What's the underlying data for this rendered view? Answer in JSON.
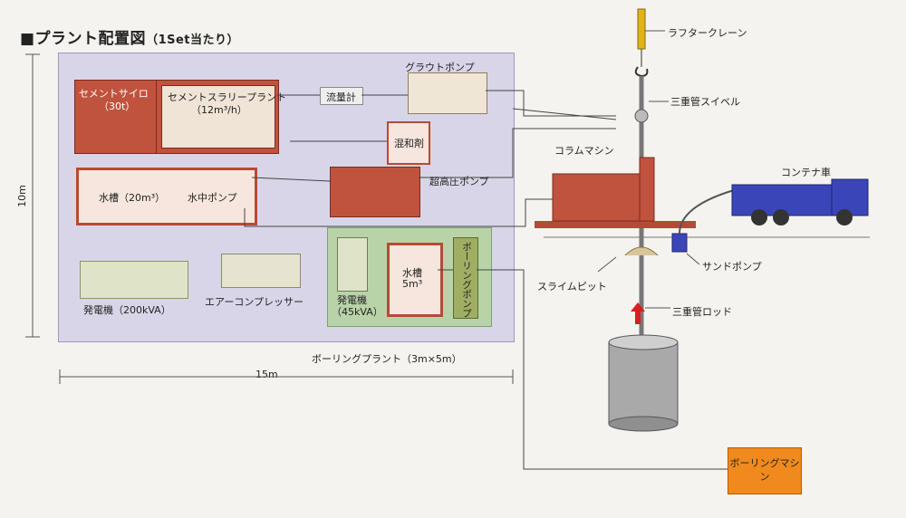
{
  "title": {
    "main": "■プラント配置図",
    "sub": "（1Set当たり）"
  },
  "dimensions": {
    "height": "10m",
    "width": "15m"
  },
  "equipment": {
    "cement_silo": "セメントサイロ",
    "cement_silo_cap": "（30t）",
    "cement_slurry_plant": "セメントスラリープラント",
    "cement_slurry_cap": "（12m³/h）",
    "flow_meter": "流量計",
    "grout_pump": "グラウトポンプ",
    "admixture": "混和剤",
    "water_tank": "水槽（20m³）",
    "submersible_pump": "水中ポンプ",
    "ultra_high_pressure_pump": "超高圧ポンプ",
    "generator_200": "発電機（200kVA）",
    "air_compressor": "エアーコンプレッサー",
    "generator_45": "発電機",
    "generator_45_cap": "（45kVA）",
    "water_tank_small": "水槽",
    "water_tank_small_cap": "5m³",
    "boring_pump": "ボーリングポンプ",
    "boring_plant": "ボーリングプラント（3m×5m）"
  },
  "right_side": {
    "rafter_crane": "ラフタークレーン",
    "triple_swivel": "三重管スイベル",
    "column_machine": "コラムマシン",
    "container_truck": "コンテナ車",
    "sand_pump": "サンドポンプ",
    "slime_pit": "スライムピット",
    "triple_rod": "三重管ロッド",
    "boring_machine": "ボーリングマシン"
  },
  "colors": {
    "site": "#d9d5e8",
    "red": "#c0533e",
    "green_area": "#b9d3a9",
    "orange": "#f08a1e",
    "truck": "#3a46b8"
  }
}
